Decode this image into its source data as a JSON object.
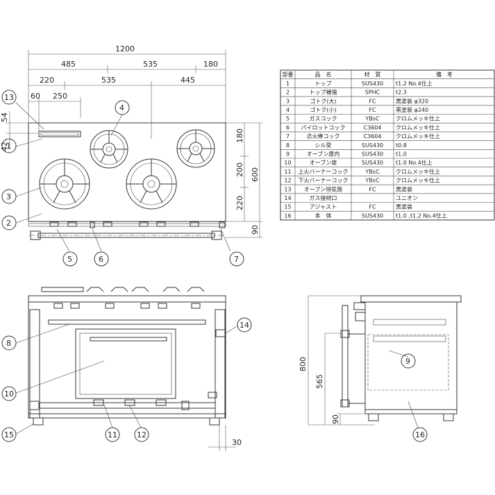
{
  "top_view": {
    "overall_width": "1200",
    "seg_row1": [
      "485",
      "535",
      "180"
    ],
    "seg_row2": [
      "220",
      "535",
      "445"
    ],
    "seg_row3": [
      "60",
      "250"
    ],
    "left_dims": [
      "54",
      "42"
    ],
    "right_dims": [
      "180",
      "200",
      "220"
    ],
    "depth": "600",
    "bottom_right": "90"
  },
  "front_view": {
    "right_dim": "30"
  },
  "side_view": {
    "height": "800",
    "oven_height": "565",
    "foot_height": "90"
  },
  "callouts": [
    "1",
    "2",
    "3",
    "4",
    "5",
    "6",
    "7",
    "8",
    "9",
    "10",
    "11",
    "12",
    "13",
    "14",
    "15",
    "16"
  ],
  "parts_table": {
    "headers": [
      "部番",
      "品　名",
      "材　質",
      "備　考"
    ],
    "rows": [
      [
        "1",
        "トップ",
        "SUS430",
        "t1.2 No.4仕上"
      ],
      [
        "2",
        "トップ補強",
        "SPHC",
        "t2.3"
      ],
      [
        "3",
        "ゴトク(大)",
        "FC",
        "黒塗装 φ320"
      ],
      [
        "4",
        "ゴトク(小)",
        "FC",
        "黒塗装 φ240"
      ],
      [
        "5",
        "ガスコック",
        "YBsC",
        "クロムメッキ仕上"
      ],
      [
        "6",
        "パイロットコック",
        "C3604",
        "クロムメッキ仕上"
      ],
      [
        "7",
        "点火棒コック",
        "C3604",
        "クロムメッキ仕上"
      ],
      [
        "8",
        "シル受",
        "SUS430",
        "t0.8"
      ],
      [
        "9",
        "オーブン庫内",
        "SUS430",
        "t1.0"
      ],
      [
        "10",
        "オーブン扉",
        "SUS430",
        "t1.0 No.4仕上"
      ],
      [
        "11",
        "上火バーナーコック",
        "YBsC",
        "クロムメッキ仕上"
      ],
      [
        "12",
        "下火バーナーコック",
        "YBsC",
        "クロムメッキ仕上"
      ],
      [
        "13",
        "オーブン排気筒",
        "FC",
        "黒塗装"
      ],
      [
        "14",
        "ガス接続口",
        "",
        "ユニオン"
      ],
      [
        "15",
        "アジャスト",
        "FC",
        "黒塗装"
      ],
      [
        "16",
        "本　体",
        "SUS430",
        "t1.0 ,t1.2 No.4仕上"
      ]
    ]
  }
}
